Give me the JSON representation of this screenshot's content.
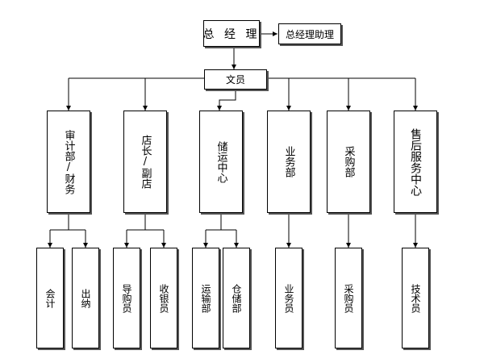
{
  "nodes": {
    "gm": "总 经 理",
    "gm_assistant": "总经理助理",
    "clerk": "文员",
    "audit_finance": "审计部/财务",
    "store_manager": "店长/副店",
    "storage_center": "储运中心",
    "business_dept": "业务部",
    "purchasing_dept": "采购部",
    "after_sales": "售后服务中心",
    "accounting": "会计",
    "cashier": "出纳",
    "guide_buyer": "导购员",
    "cashier_clerk": "收银员",
    "transport_dept": "运输部",
    "warehouse_dept": "仓储部",
    "salesperson": "业务员",
    "purchaser": "采购员",
    "technician": "技术员"
  }
}
